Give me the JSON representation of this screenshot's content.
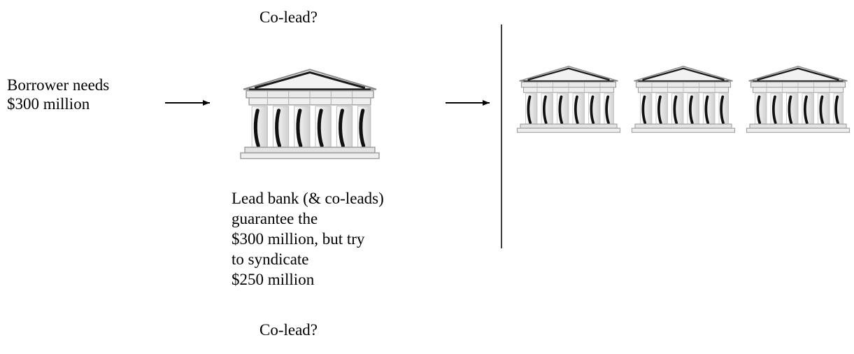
{
  "top_colead_label": "Co-lead?",
  "bottom_colead_label": "Co-lead?",
  "borrower": {
    "lines": [
      "Borrower needs",
      "$300 million"
    ]
  },
  "lead_bank": {
    "lines": [
      "Lead bank (& co-leads)",
      "guarantee the",
      "$300 million, but try",
      "to syndicate",
      "$250 million"
    ]
  },
  "icons": {
    "lead_bank": "bank-building-icon",
    "syndicate_banks": [
      "bank-building-icon",
      "bank-building-icon",
      "bank-building-icon"
    ]
  },
  "colors": {
    "ink": "#000000",
    "stone": "#e6e6e6",
    "stone_edge": "#9a9a9a"
  }
}
